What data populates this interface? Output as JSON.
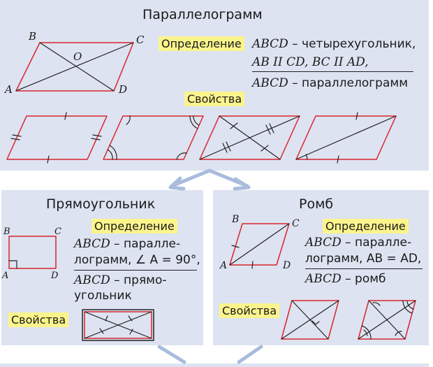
{
  "parallelogram": {
    "title": "Параллелограмм",
    "definition_label": "Определение",
    "def_line1_a": "ABCD",
    "def_line1_b": " – четырехугольник,",
    "def_line2": "AB II CD, BC II AD,",
    "def_line3_a": "ABCD",
    "def_line3_b": " – параллелограмм",
    "properties_label": "Свойства",
    "vertices": [
      "A",
      "B",
      "C",
      "D",
      "O"
    ]
  },
  "rectangle": {
    "title": "Прямоугольник",
    "definition_label": "Определение",
    "def_line1_a": "ABCD",
    "def_line1_b": " – паралле-",
    "def_line2": "лограмм, ∠ A = 90°,",
    "def_line3_a": "ABCD",
    "def_line3_b": " – прямо-",
    "def_line4": "угольник",
    "properties_label": "Свойства",
    "vertices": [
      "A",
      "B",
      "C",
      "D"
    ]
  },
  "rhombus": {
    "title": "Ромб",
    "definition_label": "Определение",
    "def_line1_a": "ABCD",
    "def_line1_b": " – паралле-",
    "def_line2": "лограмм, AB = AD,",
    "def_line3_a": "ABCD",
    "def_line3_b": " – ромб",
    "properties_label": "Свойства",
    "vertices": [
      "A",
      "B",
      "C",
      "D"
    ]
  },
  "colors": {
    "panel": "#dde3f1",
    "highlight": "#fbf48c",
    "figure_outline": "#d8252c",
    "arrow": "#a9bcdc"
  }
}
